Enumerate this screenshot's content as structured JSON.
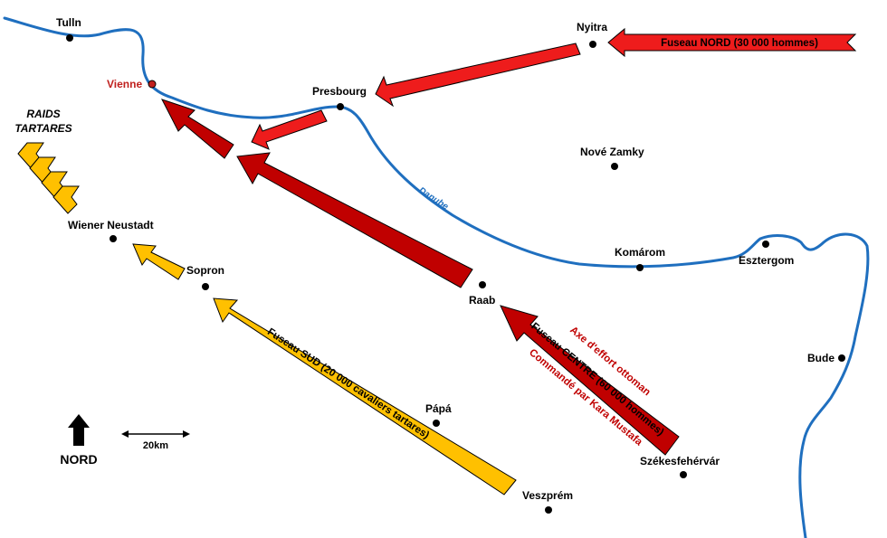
{
  "cities": {
    "tulln": "Tulln",
    "vienne": "Vienne",
    "nyitra": "Nyitra",
    "presbourg": "Presbourg",
    "nove_zamky": "Nové Zamky",
    "wiener_neustadt": "Wiener Neustadt",
    "sopron": "Sopron",
    "raab": "Raab",
    "komarom": "Komárom",
    "esztergom": "Esztergom",
    "bude": "Bude",
    "papa": "Pápá",
    "szekesfehervar": "Székesfehérvár",
    "veszprem": "Veszprém"
  },
  "river": {
    "name": "Danube",
    "color": "#1f6fbf"
  },
  "raids": {
    "line1": "RAIDS",
    "line2": "TARTARES"
  },
  "arrows": {
    "nord": "Fuseau NORD (30 000 hommes)",
    "sud": "Fuseau SUD (20 000 cavaliers tartares)",
    "centre": "Fuseau CENTRE (60 000 hommes)",
    "axe": "Axe d'effort ottoman",
    "commande": "Commandé par Kara Mustafa"
  },
  "compass": {
    "label": "NORD"
  },
  "scale": {
    "label": "20km"
  },
  "colors": {
    "nord_arrow": "#ee1c1c",
    "centre_arrow": "#c00000",
    "sud_arrow": "#ffc000",
    "vienne_label": "#c0201e"
  }
}
